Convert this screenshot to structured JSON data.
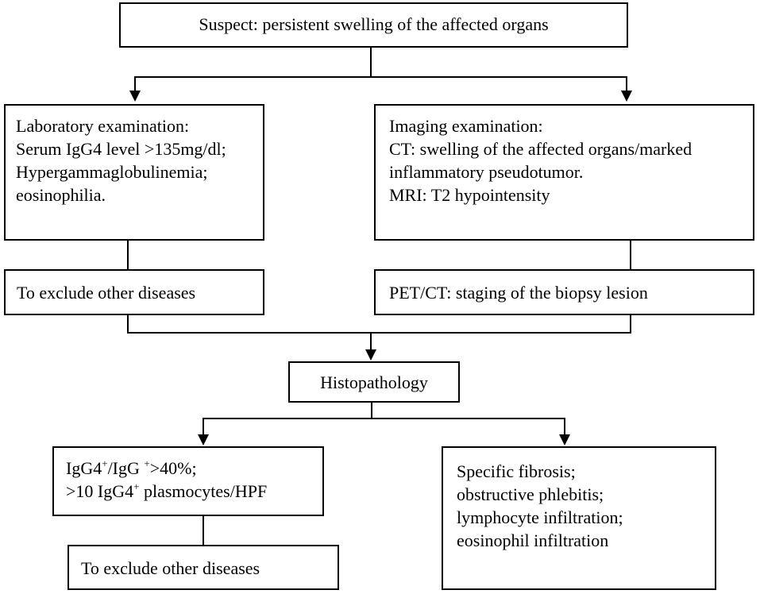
{
  "suspect": {
    "text": "Suspect: persistent swelling of the affected organs"
  },
  "laboratory": {
    "lines": [
      "Laboratory examination:",
      "Serum IgG4 level >135mg/dl;",
      "Hypergammaglobulinemia;",
      "eosinophilia."
    ]
  },
  "imaging": {
    "lines": [
      "Imaging examination:",
      "CT: swelling of the affected organs/marked",
      "inflammatory pseudotumor.",
      "MRI: T2 hypointensity"
    ]
  },
  "exclude_left": {
    "text": "To exclude other diseases"
  },
  "petct": {
    "text": "PET/CT: staging of the biopsy lesion"
  },
  "histopathology": {
    "text": "Histopathology"
  },
  "igg4_ratio": {
    "line1": {
      "a": "IgG4",
      "sup_a": "+",
      "b": "/IgG ",
      "sup_b": "+",
      "c": ">40%;"
    },
    "line2": {
      "a": ">10 IgG4",
      "sup_a": "+",
      "b": " plasmocytes/HPF"
    }
  },
  "fibrosis": {
    "lines": [
      "Specific fibrosis;",
      "obstructive phlebitis;",
      "lymphocyte infiltration;",
      "eosinophil infiltration"
    ]
  },
  "exclude_bottom": {
    "text": "To exclude other diseases"
  }
}
